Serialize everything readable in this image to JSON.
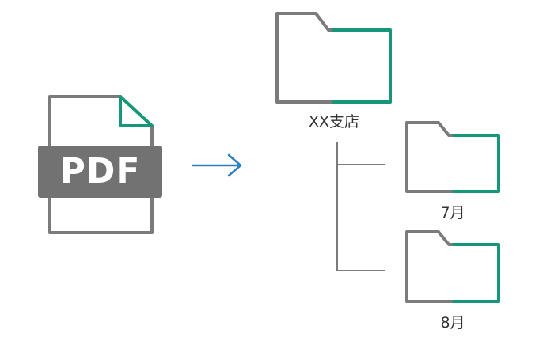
{
  "pdf_file": {
    "badge_text": "PDF"
  },
  "folders": {
    "root": {
      "label": "XX支店"
    },
    "children": [
      {
        "label": "7月"
      },
      {
        "label": "8月"
      }
    ]
  },
  "colors": {
    "outline": "#7b7b7b",
    "accent": "#16977a",
    "arrow": "#2a7fc4",
    "badge": "#727272",
    "tree_line": "#7b7b7b",
    "text": "#333333"
  },
  "icons": {
    "source": "pdf-file-icon",
    "arrow": "arrow-right-icon",
    "folder": "folder-icon"
  }
}
